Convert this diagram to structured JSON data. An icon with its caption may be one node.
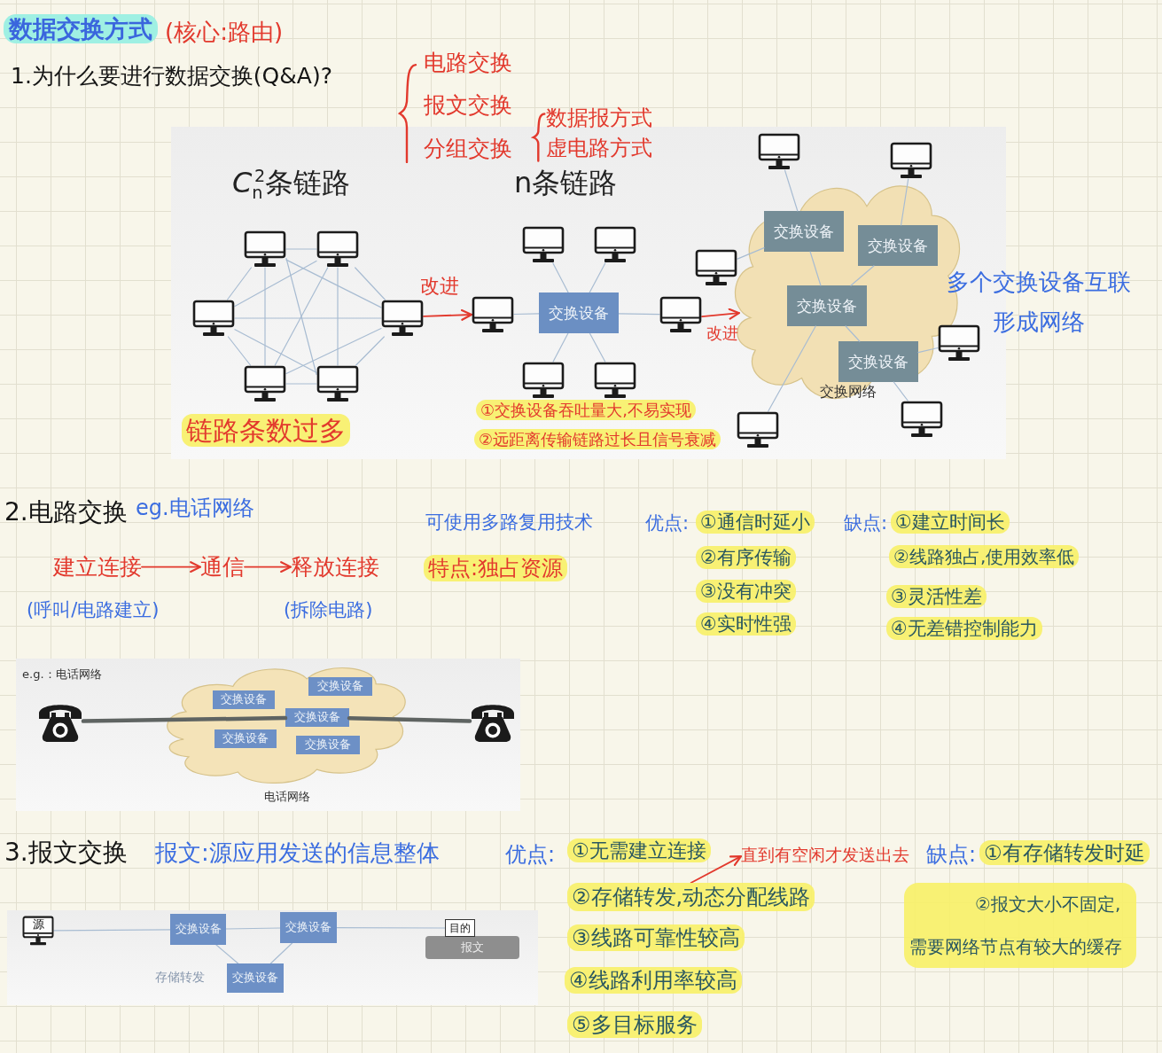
{
  "diagram": {
    "title": "数据交换方式",
    "nodes": [
      {
        "text": [],
        "shape": "picture"
      },
      {
        "text": [],
        "shape": "picture"
      },
      {
        "text": [],
        "shape": "picture"
      },
      {
        "text": [],
        "shape": "picture"
      },
      {
        "text": [],
        "shape": "picture"
      },
      {
        "text": [],
        "shape": "picture"
      },
      {
        "text": [],
        "shape": "picture"
      },
      {
        "text": [],
        "shape": "picture"
      },
      {
        "text": [],
        "shape": "picture"
      },
      {
        "text": [
          "交换设备"
        ]
      },
      {
        "text": [],
        "shape": "picture"
      },
      {
        "text": [],
        "shape": "picture"
      },
      {
        "text": [],
        "shape": "picture"
      },
      {
        "text": [
          "交换网络"
        ]
      },
      {
        "text": [
          "交换设备"
        ],
        "in": 13
      },
      {
        "text": [
          "交换设备"
        ],
        "in": 13
      },
      {
        "text": [
          "交换设备"
        ],
        "in": 13
      },
      {
        "text": [
          "交换设备"
        ],
        "in": 13
      },
      {
        "text": [],
        "shape": "picture"
      },
      {
        "text": [],
        "shape": "picture"
      },
      {
        "text": [],
        "shape": "picture"
      },
      {
        "text": [],
        "shape": "picture"
      },
      {
        "text": [],
        "shape": "picture"
      },
      {
        "text": [],
        "shape": "picture"
      },
      {
        "text": [
          "建立连接"
        ],
        "beside": [
          "(呼叫/电路建立)"
        ]
      },
      {
        "text": [
          "通信"
        ]
      },
      {
        "text": [
          "释放连接"
        ],
        "beside": [
          "(拆除电路)"
        ]
      },
      {
        "text": [],
        "shape": "picture"
      },
      {
        "text": [
          "电话网络"
        ]
      },
      {
        "text": [
          "交换设备"
        ],
        "in": 28
      },
      {
        "text": [
          "交换设备"
        ],
        "in": 28
      },
      {
        "text": [
          "交换设备"
        ],
        "in": 28
      },
      {
        "text": [
          "交换设备"
        ],
        "in": 28
      },
      {
        "text": [
          "交换设备"
        ],
        "in": 28
      },
      {
        "text": [],
        "shape": "picture"
      },
      {
        "text": [
          "②存储转发,动态分配线路"
        ]
      },
      {
        "text": [
          "直到有空闲才发送出去"
        ]
      },
      {
        "text": [
          "源"
        ]
      },
      {
        "text": [
          "交换设备"
        ]
      },
      {
        "text": [
          "交换设备"
        ]
      },
      {
        "text": [
          "目的"
        ]
      },
      {
        "text": [
          "报文"
        ]
      },
      {
        "text": [
          "交换设备"
        ]
      }
    ],
    "edges": [
      {
        "from": 0,
        "to": 1,
        "arrow": "none"
      },
      {
        "from": 0,
        "to": 2,
        "arrow": "none"
      },
      {
        "from": 0,
        "to": 3,
        "arrow": "none"
      },
      {
        "from": 0,
        "to": 4,
        "arrow": "none"
      },
      {
        "from": 0,
        "to": 5,
        "arrow": "none"
      },
      {
        "from": 1,
        "to": 2,
        "arrow": "none"
      },
      {
        "from": 1,
        "to": 3,
        "arrow": "none"
      },
      {
        "from": 1,
        "to": 4,
        "arrow": "none"
      },
      {
        "from": 1,
        "to": 5,
        "arrow": "none"
      },
      {
        "from": 2,
        "to": 3,
        "arrow": "none"
      },
      {
        "from": 2,
        "to": 4,
        "arrow": "none"
      },
      {
        "from": 2,
        "to": 5,
        "arrow": "none"
      },
      {
        "from": 3,
        "to": 4,
        "arrow": "none"
      },
      {
        "from": 3,
        "to": 5,
        "arrow": "none"
      },
      {
        "from": 4,
        "to": 5,
        "arrow": "none"
      },
      {
        "from": 3,
        "to": 8,
        "arrow": "to",
        "label": "改进",
        "color": "#e2392d"
      },
      {
        "from": 9,
        "to": 6,
        "arrow": "none"
      },
      {
        "from": 9,
        "to": 7,
        "arrow": "none"
      },
      {
        "from": 9,
        "to": 8,
        "arrow": "none"
      },
      {
        "from": 9,
        "to": 10,
        "arrow": "none"
      },
      {
        "from": 9,
        "to": 11,
        "arrow": "none"
      },
      {
        "from": 9,
        "to": 12,
        "arrow": "none"
      },
      {
        "from": 10,
        "to": 13,
        "arrow": "to",
        "label": "改进",
        "color": "#e2392d"
      },
      {
        "from": 18,
        "to": 14,
        "arrow": "none"
      },
      {
        "from": 20,
        "to": 14,
        "arrow": "none"
      },
      {
        "from": 19,
        "to": 15,
        "arrow": "none"
      },
      {
        "from": 14,
        "to": 16,
        "arrow": "none"
      },
      {
        "from": 15,
        "to": 16,
        "arrow": "none"
      },
      {
        "from": 16,
        "to": 17,
        "arrow": "none"
      },
      {
        "from": 16,
        "to": 22,
        "arrow": "none"
      },
      {
        "from": 17,
        "to": 23,
        "arrow": "none"
      },
      {
        "from": 17,
        "to": 21,
        "arrow": "none"
      },
      {
        "from": 24,
        "to": 25,
        "arrow": "to",
        "color": "#e2392d"
      },
      {
        "from": 25,
        "to": 26,
        "arrow": "to",
        "color": "#e2392d"
      },
      {
        "from": 27,
        "to": 31,
        "arrow": "none",
        "style": "thick",
        "color": "#5f6462"
      },
      {
        "from": 31,
        "to": 34,
        "arrow": "none",
        "style": "thick",
        "color": "#5f6462"
      },
      {
        "from": 35,
        "to": 36,
        "arrow": "to",
        "color": "#e2392d"
      },
      {
        "from": 37,
        "to": 38,
        "arrow": "none"
      },
      {
        "from": 38,
        "to": 39,
        "arrow": "none"
      },
      {
        "from": 39,
        "to": 40,
        "arrow": "none"
      },
      {
        "from": 38,
        "to": 42,
        "arrow": "none"
      },
      {
        "from": 42,
        "to": 39,
        "arrow": "none"
      }
    ],
    "labels": [
      "(核心:路由)",
      "1.为什么要进行数据交换(Q&A)?",
      "电路交换",
      "报文交换",
      "分组交换",
      "数据报方式",
      "虚电路方式",
      "*C*$_{n}$$^{2}$条链路",
      "n条链路",
      "多个交换设备互联形成网络",
      "链路条数过多",
      "①交换设备吞吐量大,不易实现",
      "②远距离传输链路过长且信号衰减",
      "2.电路交换",
      "eg.电话网络",
      "可使用多路复用技术",
      "优点:",
      "①通信时延小",
      "缺点:",
      "①建立时间长",
      "特点:独占资源",
      "②有序传输",
      "②线路独占,使用效率低",
      "③没有冲突",
      "③灵活性差",
      "④实时性强",
      "④无差错控制能力",
      "e.g.：电话网络",
      "3.报文交换",
      "报文:源应用发送的信息整体",
      "优点:",
      "①无需建立连接",
      "缺点:",
      "①有存储转发时延",
      "②报文大小不固定,需要网络节点有较大的缓存",
      "③线路可靠性较高",
      "④线路利用率较高",
      "⑤多目标服务",
      "存储转发"
    ]
  }
}
